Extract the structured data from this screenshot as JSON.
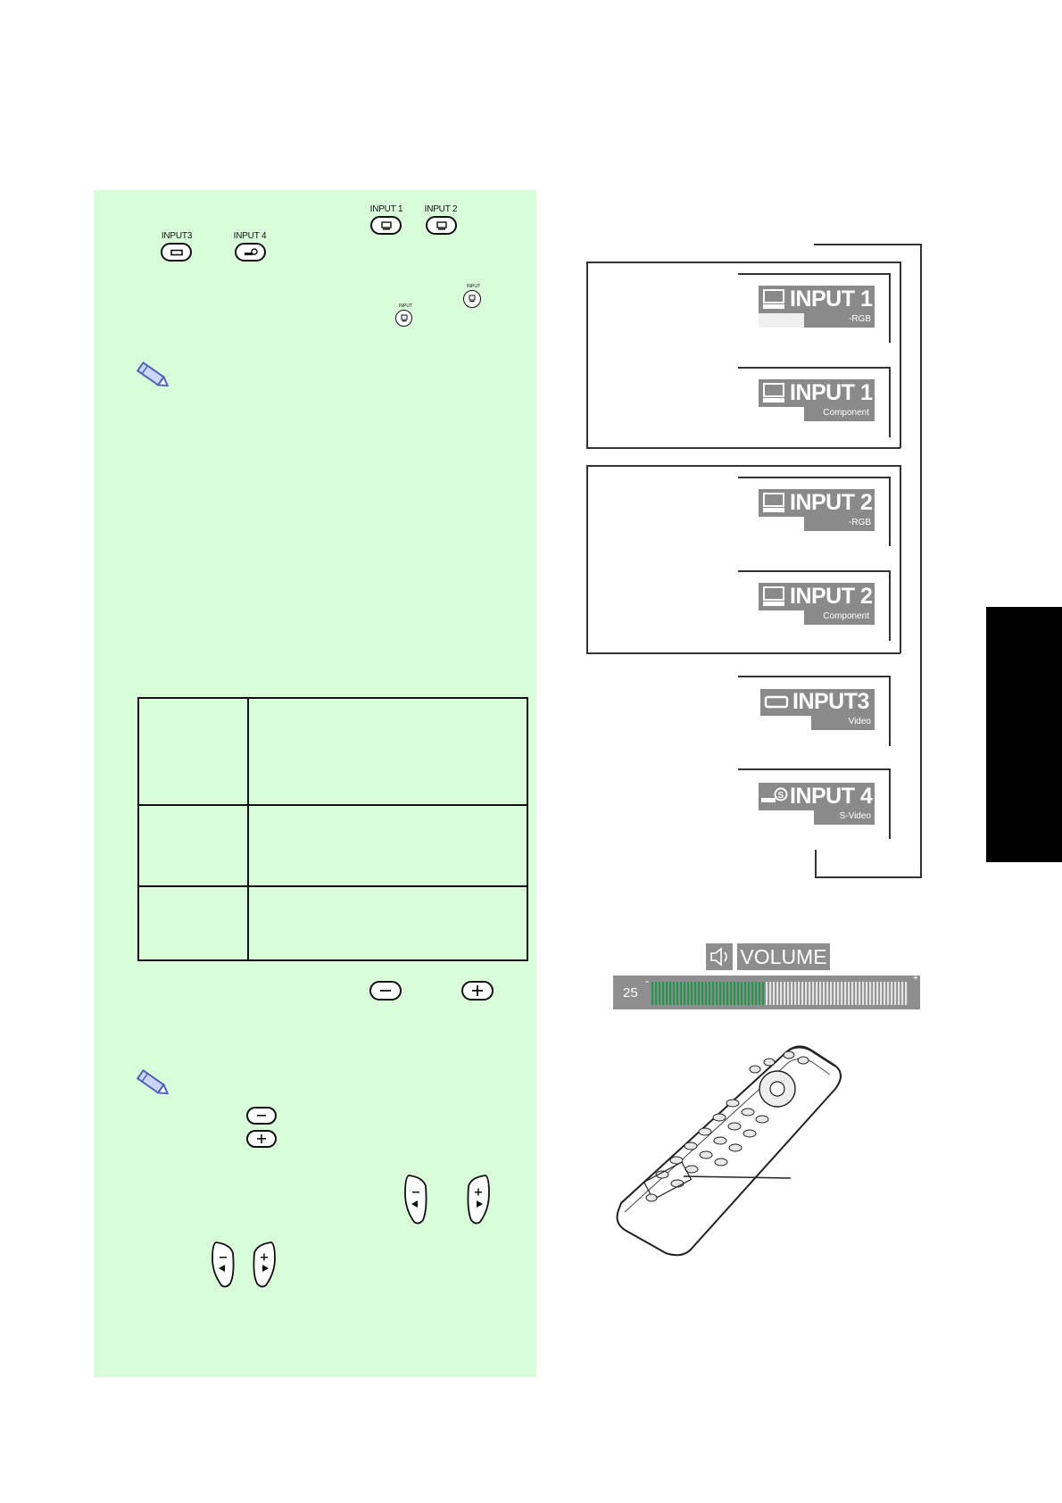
{
  "buttons": {
    "input1": "INPUT 1",
    "input2": "INPUT 2",
    "input3": "INPUT3",
    "input4": "INPUT 4",
    "input_small": "INPUT"
  },
  "osd": {
    "input1_rgb": {
      "label": "INPUT 1",
      "sub": "-RGB"
    },
    "input1_component": {
      "label": "INPUT 1",
      "sub": "Component"
    },
    "input2_rgb": {
      "label": "INPUT 2",
      "sub": "-RGB"
    },
    "input2_component": {
      "label": "INPUT 2",
      "sub": "Component"
    },
    "input3_video": {
      "label": "INPUT3",
      "sub": "Video"
    },
    "input4_svideo": {
      "label": "INPUT 4",
      "sub": "S-Video"
    }
  },
  "volume": {
    "title": "VOLUME",
    "value": "25",
    "minus": "-",
    "plus": "+",
    "level_fraction": 0.44
  },
  "colors": {
    "panel": "#d9fcd9",
    "osd_gray": "#8a8a8a",
    "volume_green": "#1e9a4a",
    "note_icon": "#4f63b8"
  },
  "icons": {
    "note": "pencil-note-icon",
    "volume": "speaker-icon",
    "remote": "remote-control-illustration"
  }
}
